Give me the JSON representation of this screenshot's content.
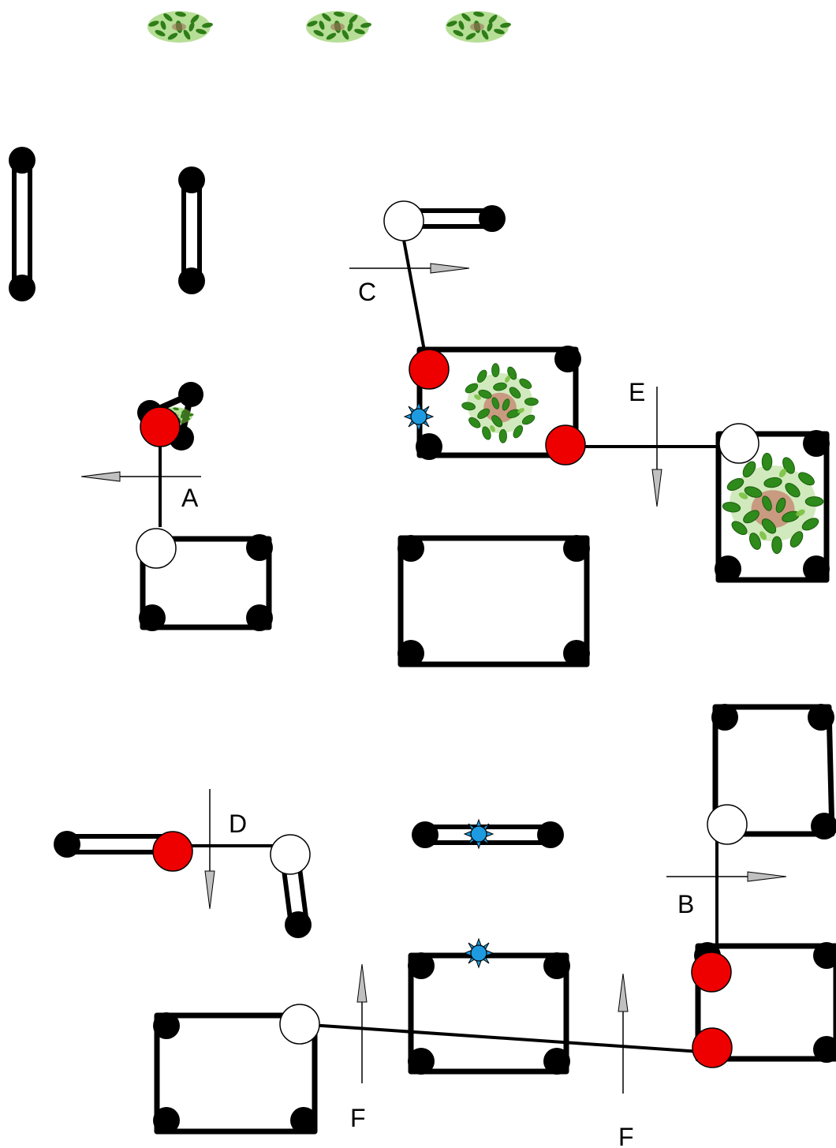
{
  "diagram": {
    "labels": {
      "a": "A",
      "b": "B",
      "c": "C",
      "d": "D",
      "e": "E",
      "f1": "F",
      "f2": "F"
    },
    "colors": {
      "frame": "#000000",
      "joint_white": "#ffffff",
      "joint_red": "#ee0000",
      "sensor_blue": "#1e9be0",
      "arrow_head": "#c0c0c0",
      "plant_dark": "#2e7d18",
      "plant_light": "#7cc242"
    },
    "icons": [
      "plant-icon",
      "sensor-icon",
      "arrow-icon"
    ]
  }
}
